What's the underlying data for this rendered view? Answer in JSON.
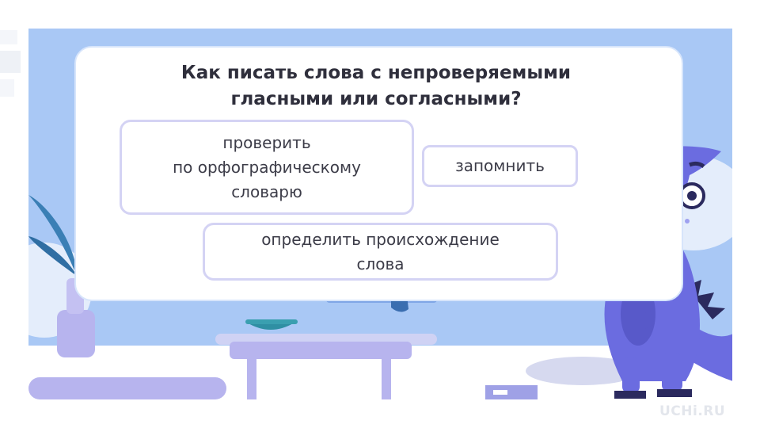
{
  "question": {
    "line1": "Как писать слова с непроверяемыми",
    "line2": "гласными или согласными?"
  },
  "options": [
    {
      "lines": [
        "проверить",
        "по орфографическому",
        "словарю"
      ]
    },
    {
      "lines": [
        "запомнить"
      ]
    },
    {
      "lines": [
        "определить происхождение",
        "слова"
      ]
    }
  ],
  "logo": "UCHi.RU",
  "colors": {
    "background": "#a9c8f5",
    "board": "#ffffff",
    "option_border": "#d4d3f4",
    "dino": "#6b6ce0",
    "furniture": "#b7b4ee",
    "plant": "#3a7fb5"
  },
  "icons": [
    "plant-vase",
    "coffee-table",
    "bowl",
    "dinosaur-mascot",
    "box"
  ]
}
